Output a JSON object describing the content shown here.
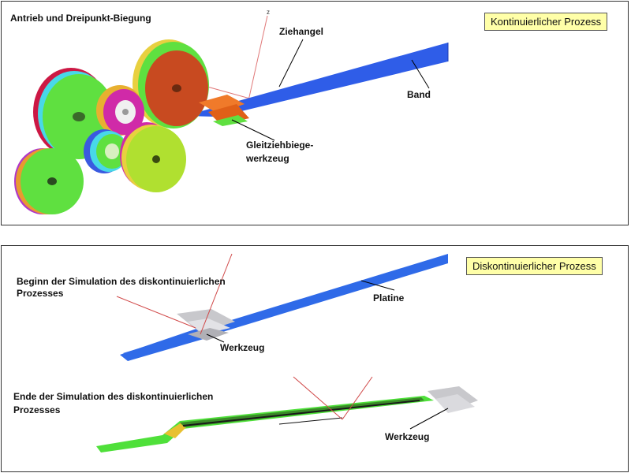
{
  "top_panel": {
    "title": "Antrieb und Dreipunkt-Biegung",
    "process_badge": "Kontinuierlicher Prozess",
    "axis_label": "z",
    "labels": {
      "ziehangel": "Ziehangel",
      "band": "Band",
      "tool_line1": "Gleitziehbiege-",
      "tool_line2": "werkzeug"
    }
  },
  "bottom_panel": {
    "process_badge": "Diskontinuierlicher Prozess",
    "begin_line1": "Beginn der Simulation des diskontinuierlichen",
    "begin_line2": "Prozesses",
    "platine": "Platine",
    "tool_a": "Werkzeug",
    "end_line1": "Ende der Simulation des diskontinuierlichen",
    "end_line2": "Prozesses",
    "tool_b": "Werkzeug"
  },
  "colors": {
    "band_blue": "#2f5de8",
    "tool_orange": "#f07a2a",
    "deformed_green": "#4fe03a",
    "badge_yellow": "#ffffa8",
    "axis_red": "#e07878"
  }
}
